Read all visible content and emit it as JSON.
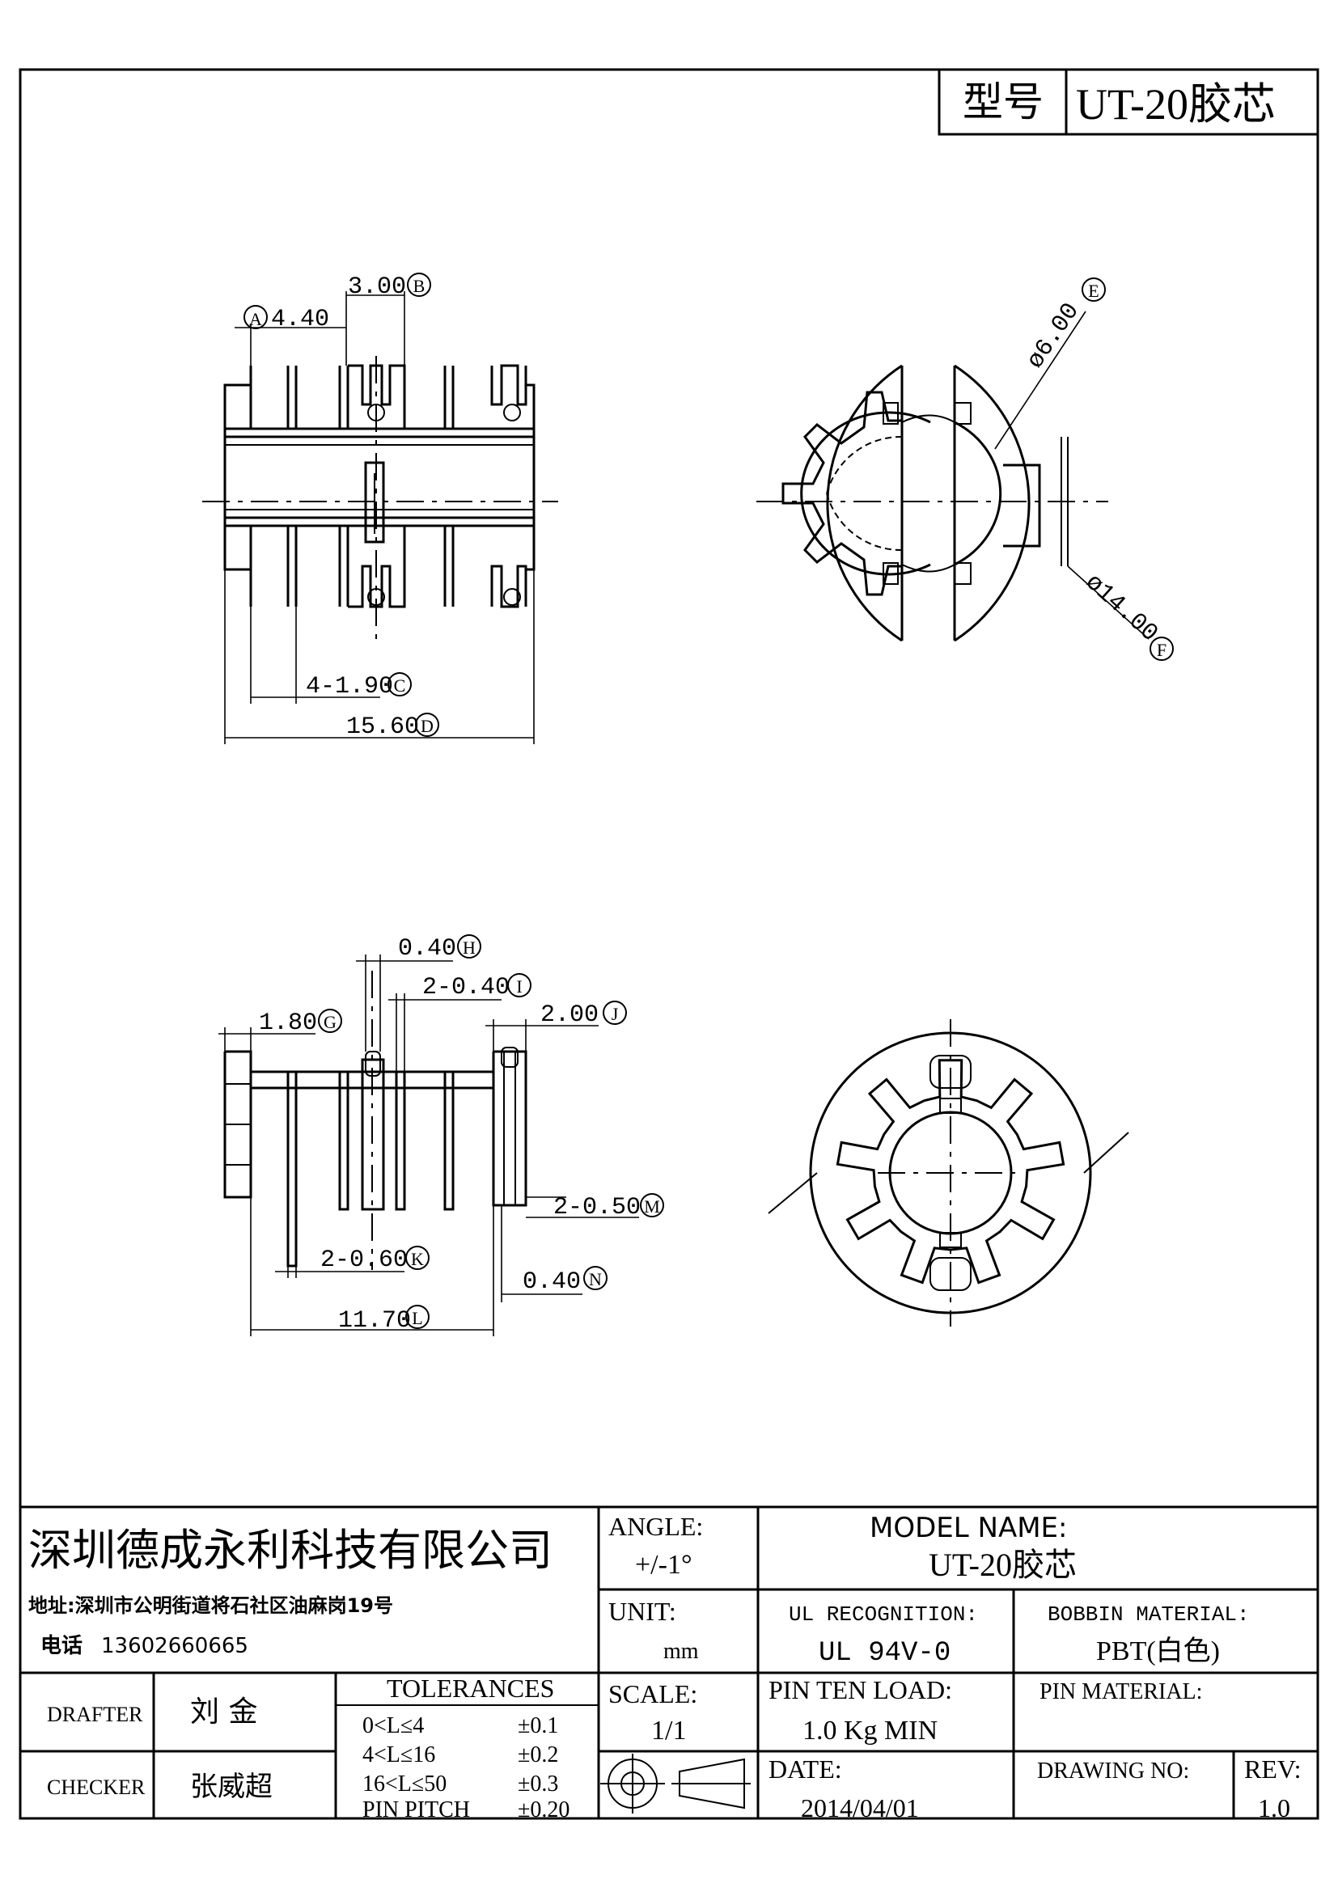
{
  "header": {
    "model_label": "型号",
    "model_value": "UT-20胶芯"
  },
  "dimensions": {
    "a": {
      "value": "4.40",
      "tag": "A"
    },
    "b": {
      "value": "3.00",
      "tag": "B"
    },
    "c": {
      "value": "4-1.90",
      "tag": "C"
    },
    "d": {
      "value": "15.60",
      "tag": "D"
    },
    "e": {
      "value": "ø6.00",
      "tag": "E"
    },
    "f": {
      "value": "ø14.00",
      "tag": "F"
    },
    "g": {
      "value": "1.80",
      "tag": "G"
    },
    "h": {
      "value": "0.40",
      "tag": "H"
    },
    "i": {
      "value": "2-0.40",
      "tag": "I"
    },
    "j": {
      "value": "2.00",
      "tag": "J"
    },
    "k": {
      "value": "2-0.60",
      "tag": "K"
    },
    "l": {
      "value": "11.70",
      "tag": "L"
    },
    "m": {
      "value": "2-0.50",
      "tag": "M"
    },
    "n": {
      "value": "0.40",
      "tag": "N"
    }
  },
  "title_block": {
    "company": "深圳德成永利科技有限公司",
    "address": "地址:深圳市公明街道将石社区油麻岗19号",
    "phone_label": "电话",
    "phone": "13602660665",
    "angle_label": "ANGLE:",
    "angle_value": "+/-1°",
    "model_name_label": "MODEL NAME:",
    "model_name_value": "UT-20胶芯",
    "unit_label": "UNIT:",
    "unit_value": "mm",
    "ul_label": "UL RECOGNITION:",
    "ul_value": "UL 94V-0",
    "bobbin_label": "BOBBIN MATERIAL:",
    "bobbin_value": "PBT(白色)",
    "drafter_label": "DRAFTER",
    "drafter_value": "刘 金",
    "checker_label": "CHECKER",
    "checker_value": "张威超",
    "tolerances_label": "TOLERANCES",
    "tolerances": [
      {
        "range": "0<L≤4",
        "tol": "±0.1"
      },
      {
        "range": "4<L≤16",
        "tol": "±0.2"
      },
      {
        "range": "16<L≤50",
        "tol": "±0.3"
      },
      {
        "range": "PIN PITCH",
        "tol": "±0.20"
      }
    ],
    "scale_label": "SCALE:",
    "scale_value": "1/1",
    "pin_ten_label": "PIN TEN LOAD:",
    "pin_ten_value": "1.0 Kg MIN",
    "pin_material_label": "PIN MATERIAL:",
    "pin_material_value": "",
    "date_label": "DATE:",
    "date_value": "2014/04/01",
    "drawing_no_label": "DRAWING NO:",
    "drawing_no_value": "",
    "rev_label": "REV:",
    "rev_value": "1.0"
  }
}
